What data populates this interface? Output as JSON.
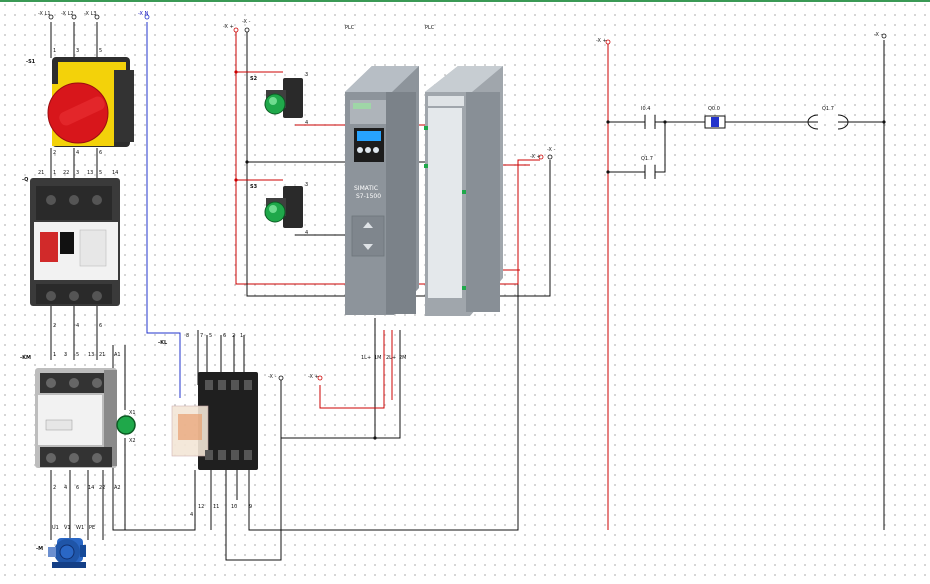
{
  "supply": {
    "l1": "-X L1",
    "l2": "-X L2",
    "l3": "-X L3",
    "n": "-X N",
    "plc_plus": "-X +",
    "plc_minus": "-X -",
    "ladder_plus": "-X +",
    "ladder_minus": "-X -",
    "right_plus": "-X +",
    "right_minus": "-X -",
    "relay_minus": "-X -",
    "bottom_plus": "-X +"
  },
  "headers": {
    "plc_a": "PLC",
    "plc_b": "PLC"
  },
  "main_switch": {
    "tag": "-S1",
    "terminals_top": [
      "1",
      "3",
      "5"
    ],
    "terminals_bottom": [
      "2",
      "4",
      "6"
    ]
  },
  "motor_breaker": {
    "tag": "-Q",
    "terminals_top": [
      "1",
      "3",
      "5"
    ],
    "aux_top": [
      "21",
      "22",
      "13",
      "14"
    ],
    "terminals_bottom": [
      "2",
      "4",
      "6"
    ]
  },
  "contactor": {
    "tag": "-KM",
    "terminals_top": [
      "1",
      "3",
      "5",
      "13",
      "21",
      "A1"
    ],
    "terminals_bottom": [
      "2",
      "4",
      "6",
      "14",
      "22",
      "A2"
    ],
    "coil_top": "X1",
    "coil_bottom": "X2"
  },
  "motor": {
    "tag": "-M",
    "terminals": [
      "U1",
      "V1",
      "W1",
      "PE"
    ]
  },
  "relay": {
    "tag": "-KL",
    "pins_top": [
      "8",
      "7",
      "5",
      "6",
      "2",
      "1"
    ],
    "pins_bottom": [
      "4",
      "12",
      "11",
      "10",
      "9"
    ]
  },
  "buttons": [
    {
      "tag": "S2",
      "contacts": [
        "3",
        "4"
      ],
      "color": "#1fa84a"
    },
    {
      "tag": "S3",
      "contacts": [
        "3",
        "4"
      ],
      "color": "#1fa84a"
    }
  ],
  "plc": {
    "brand": "SIMATIC",
    "model": "S7-1500",
    "power_terms": [
      "1L+",
      "1M",
      "2L+",
      "2M"
    ]
  },
  "ladder": {
    "rung1": {
      "contact": "I0.4",
      "coil_label": "Q0.0",
      "output": "Q1.7"
    },
    "rung2": {
      "contact": "Q1.7"
    }
  },
  "colors": {
    "plus": "#cc0000",
    "minus": "#111111",
    "neutral": "#2233cc",
    "lamp": "#1fa84a"
  }
}
